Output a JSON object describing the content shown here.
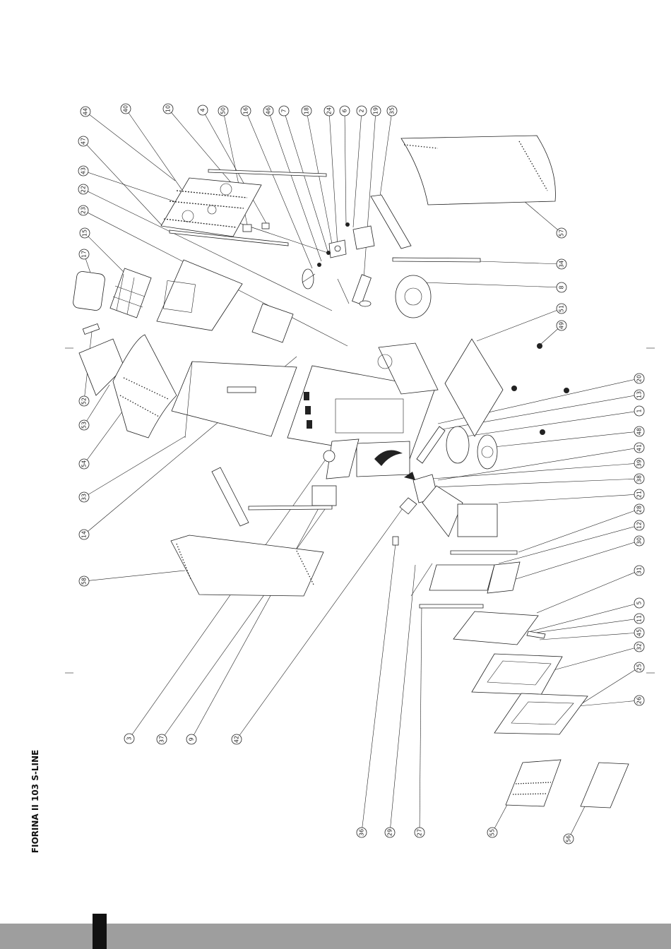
{
  "title": "FIORINA II 103 S-LINE",
  "callouts": {
    "top": [
      "44",
      "40",
      "10",
      "4",
      "50",
      "16",
      "46",
      "7",
      "18",
      "24",
      "6",
      "2",
      "19",
      "35"
    ],
    "left": [
      "47",
      "43",
      "22",
      "23",
      "15",
      "17",
      "52",
      "53",
      "54",
      "33",
      "14",
      "58"
    ],
    "bottom": [
      "3",
      "37",
      "9",
      "42",
      "36",
      "29",
      "27",
      "55",
      "56"
    ],
    "right": [
      "57",
      "34",
      "8",
      "51",
      "49",
      "20",
      "13",
      "1",
      "48",
      "41",
      "39",
      "38",
      "21",
      "28",
      "12",
      "30",
      "31",
      "5",
      "11",
      "45",
      "32",
      "25",
      "26"
    ]
  },
  "colors": {
    "line": "#222222",
    "footer": "#9e9e9e",
    "tab": "#111111"
  }
}
